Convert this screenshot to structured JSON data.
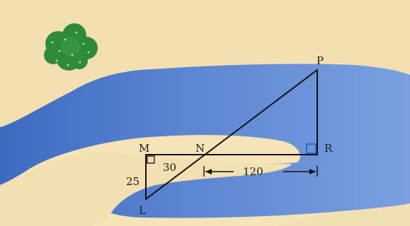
{
  "points": {
    "P": "P",
    "R": "R",
    "M": "M",
    "N": "N",
    "L": "L"
  },
  "measurements": {
    "ml": "25",
    "mn": "30",
    "nr": "120"
  },
  "colors": {
    "paper": "#f6e3b8",
    "river": "#4c78c8",
    "river_light": "#7ea1dd",
    "bank": "#f3dfb0",
    "bush": "#2f8a3a",
    "line": "#111111",
    "right_angle_mark": "#2a55c5"
  },
  "icons": {
    "bush": "bush-icon"
  }
}
